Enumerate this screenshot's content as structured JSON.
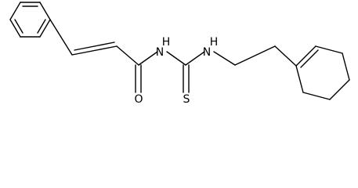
{
  "molecule": {
    "atoms": {
      "amide_n": "N",
      "amide_n_h": "H",
      "thio_n": "N",
      "thio_n_h": "H",
      "carbonyl_o": "O",
      "thione_s": "S"
    },
    "colors": {
      "bond": "#000000",
      "label": "#000000",
      "background": "#ffffff"
    }
  }
}
